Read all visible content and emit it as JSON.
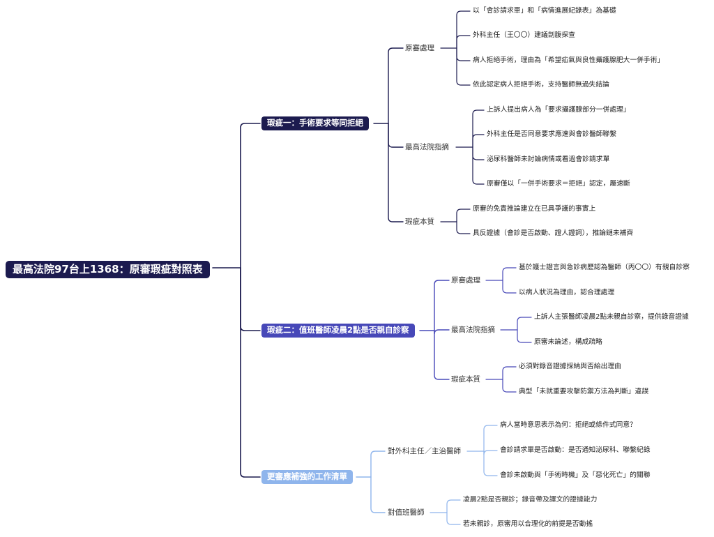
{
  "colors": {
    "root": "#1c1b4f",
    "branch1": "#1c1b4f",
    "branch2": "#4748b8",
    "branch3": "#8fb5ec"
  },
  "root": {
    "title": "最高法院97台上1368：原審瑕疵對照表"
  },
  "branch1": {
    "title": "瑕疵一：手術要求等同拒絕",
    "sub1": {
      "title": "原審處理",
      "items": [
        "以「會診請求單」和「病情進展紀錄表」為基礎",
        "外科主任（王〇〇）建議剖腹探查",
        "病人拒絕手術，理由為「希望疝氣與良性攝護腺肥大一併手術」",
        "依此認定病人拒絕手術，支持醫師無過失結論"
      ]
    },
    "sub2": {
      "title": "最高法院指摘",
      "items": [
        "上訴人提出病人為「要求攝護腺部分一併處理」",
        "外科主任是否同意要求應速與會診醫師聯繫",
        "泌尿科醫師未討論病情或看過會診請求單",
        "原審僅以「一併手術要求＝拒絕」認定，屬速斷"
      ]
    },
    "sub3": {
      "title": "瑕疵本質",
      "items": [
        "原審的免責推論建立在已具爭議的事實上",
        "具反證據（會診是否啟動、證人證詞），推論鏈未補齊"
      ]
    }
  },
  "branch2": {
    "title": "瑕疵二：值班醫師凌晨2點是否親自診察",
    "sub1": {
      "title": "原審處理",
      "items": [
        "基於護士證言與急診病歷認為醫師（丙〇〇）有親自診察",
        "以病人狀況為理由，認合理處理"
      ]
    },
    "sub2": {
      "title": "最高法院指摘",
      "items": [
        "上訴人主張醫師凌晨2點未親自診察，提供錄音證據",
        "原審未論述，構成疏略"
      ]
    },
    "sub3": {
      "title": "瑕疵本質",
      "items": [
        "必須對錄音證據採納與否給出理由",
        "典型「未就重要攻擊防禦方法為判斷」違誤"
      ]
    }
  },
  "branch3": {
    "title": "更審應補強的工作清單",
    "sub1": {
      "title": "對外科主任／主治醫師",
      "items": [
        "病人當時意思表示為何：拒絕或條件式同意？",
        "會診請求單是否啟動：是否通知泌尿科、聯繫紀錄",
        "會診未啟動與「手術時機」及「惡化死亡」的關聯"
      ]
    },
    "sub2": {
      "title": "對值班醫師",
      "items": [
        "凌晨2點是否親診；錄音帶及譯文的證據能力",
        "若未親診，原審用以合理化的前提是否動搖"
      ]
    }
  }
}
